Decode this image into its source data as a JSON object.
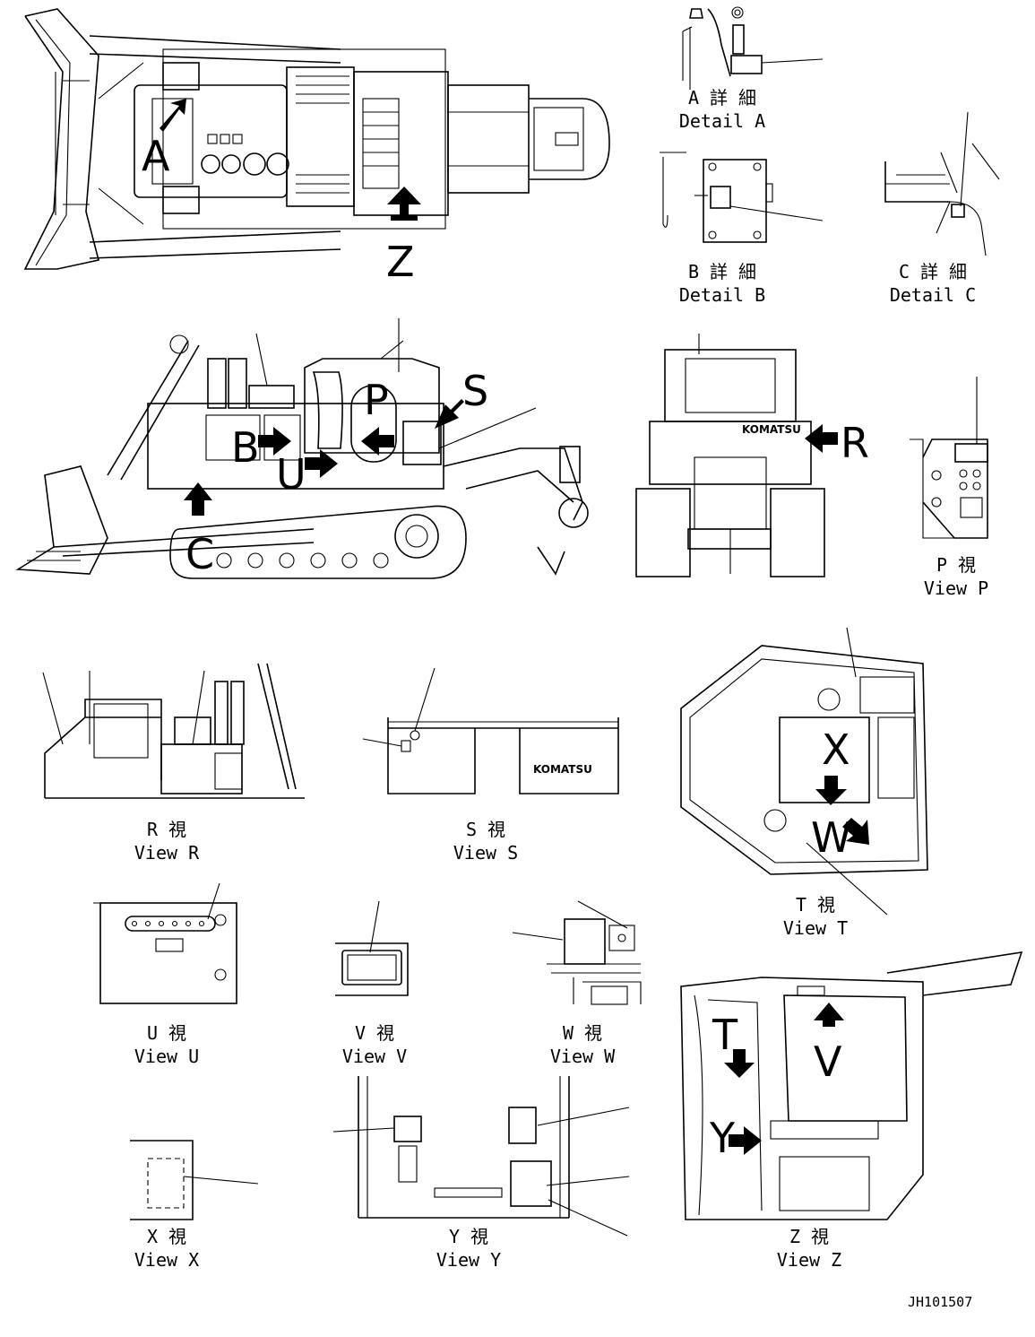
{
  "brand": "KOMATSU",
  "document_code": "JH101507",
  "callouts": [
    "A",
    "B",
    "C",
    "P",
    "S",
    "U",
    "R",
    "Z",
    "X",
    "W",
    "T",
    "V",
    "Y"
  ],
  "captions": [
    {
      "key": "detail_a",
      "ja": "A 詳 細",
      "en": "Detail A"
    },
    {
      "key": "detail_b",
      "ja": "B 詳 細",
      "en": "Detail B"
    },
    {
      "key": "detail_c",
      "ja": "C 詳 細",
      "en": "Detail C"
    },
    {
      "key": "view_p",
      "ja": "P 視",
      "en": "View P"
    },
    {
      "key": "view_r",
      "ja": "R 視",
      "en": "View R"
    },
    {
      "key": "view_s",
      "ja": "S 視",
      "en": "View S"
    },
    {
      "key": "view_t",
      "ja": "T 視",
      "en": "View T"
    },
    {
      "key": "view_u",
      "ja": "U 視",
      "en": "View U"
    },
    {
      "key": "view_v",
      "ja": "V 視",
      "en": "View V"
    },
    {
      "key": "view_w",
      "ja": "W 視",
      "en": "View W"
    },
    {
      "key": "view_x",
      "ja": "X 視",
      "en": "View X"
    },
    {
      "key": "view_y",
      "ja": "Y 視",
      "en": "View Y"
    },
    {
      "key": "view_z",
      "ja": "Z 視",
      "en": "View Z"
    }
  ]
}
